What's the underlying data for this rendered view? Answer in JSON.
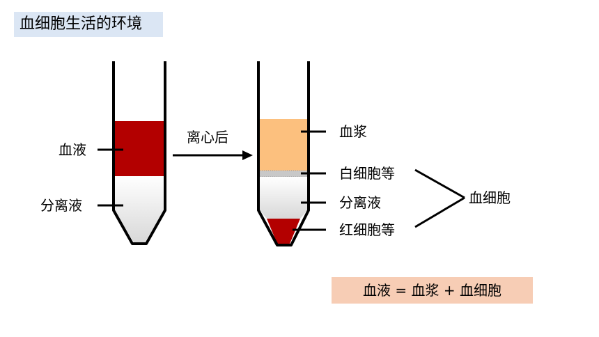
{
  "title": "血细胞生活的环境",
  "tube_left": {
    "labels": {
      "blood": "血液",
      "separation": "分离液"
    },
    "colors": {
      "blood": "#b30000",
      "separation": "#f4f4f4"
    }
  },
  "arrow_label": "离心后",
  "tube_right": {
    "labels": {
      "plasma": "血浆",
      "white_cells": "白细胞等",
      "separation": "分离液",
      "red_cells": "红细胞等",
      "blood_cells_group": "血细胞"
    },
    "colors": {
      "plasma": "#fcc07e",
      "white_cells": "#bfbfbf",
      "separation": "#f4f4f4",
      "red_cells": "#b30000"
    }
  },
  "formula": "血液 = 血浆 + 血细胞"
}
